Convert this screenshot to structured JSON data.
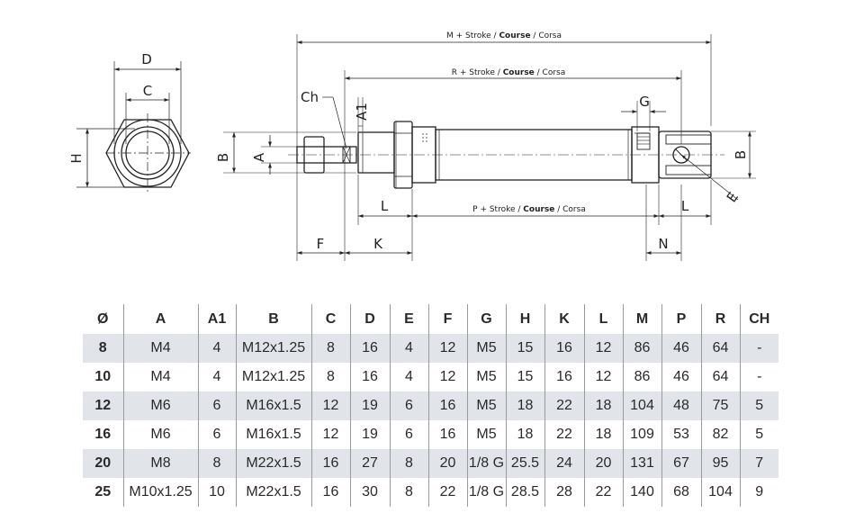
{
  "drawing": {
    "labels": {
      "D": "D",
      "C": "C",
      "H": "H",
      "Ch": "Ch",
      "A1": "A1",
      "A": "A",
      "B_left": "B",
      "B_right": "B",
      "G": "G",
      "E": "E",
      "L_left": "L",
      "L_right": "L",
      "F": "F",
      "K": "K",
      "N": "N"
    },
    "dims": {
      "m_prefix": "M + Stroke / ",
      "m_bold": "Course",
      "m_suffix": " / Corsa",
      "r_prefix": "R + Stroke / ",
      "r_bold": "Course",
      "r_suffix": " / Corsa",
      "p_prefix": "P + Stroke / ",
      "p_bold": "Course",
      "p_suffix": " / Corsa"
    }
  },
  "table": {
    "headers": [
      "Ø",
      "A",
      "A1",
      "B",
      "C",
      "D",
      "E",
      "F",
      "G",
      "H",
      "K",
      "L",
      "M",
      "P",
      "R",
      "CH"
    ],
    "rows": [
      [
        "8",
        "M4",
        "4",
        "M12x1.25",
        "8",
        "16",
        "4",
        "12",
        "M5",
        "15",
        "16",
        "12",
        "86",
        "46",
        "64",
        "-"
      ],
      [
        "10",
        "M4",
        "4",
        "M12x1.25",
        "8",
        "16",
        "4",
        "12",
        "M5",
        "15",
        "16",
        "12",
        "86",
        "46",
        "64",
        "-"
      ],
      [
        "12",
        "M6",
        "6",
        "M16x1.5",
        "12",
        "19",
        "6",
        "16",
        "M5",
        "18",
        "22",
        "18",
        "104",
        "48",
        "75",
        "5"
      ],
      [
        "16",
        "M6",
        "6",
        "M16x1.5",
        "12",
        "19",
        "6",
        "16",
        "M5",
        "18",
        "22",
        "18",
        "109",
        "53",
        "82",
        "5"
      ],
      [
        "20",
        "M8",
        "8",
        "M22x1.5",
        "16",
        "27",
        "8",
        "20",
        "1/8 G",
        "25.5",
        "24",
        "20",
        "131",
        "67",
        "95",
        "7"
      ],
      [
        "25",
        "M10x1.25",
        "10",
        "M22x1.5",
        "16",
        "30",
        "8",
        "22",
        "1/8 G",
        "28.5",
        "28",
        "22",
        "140",
        "68",
        "104",
        "9"
      ]
    ],
    "shade_color": "#e1e5ea"
  }
}
